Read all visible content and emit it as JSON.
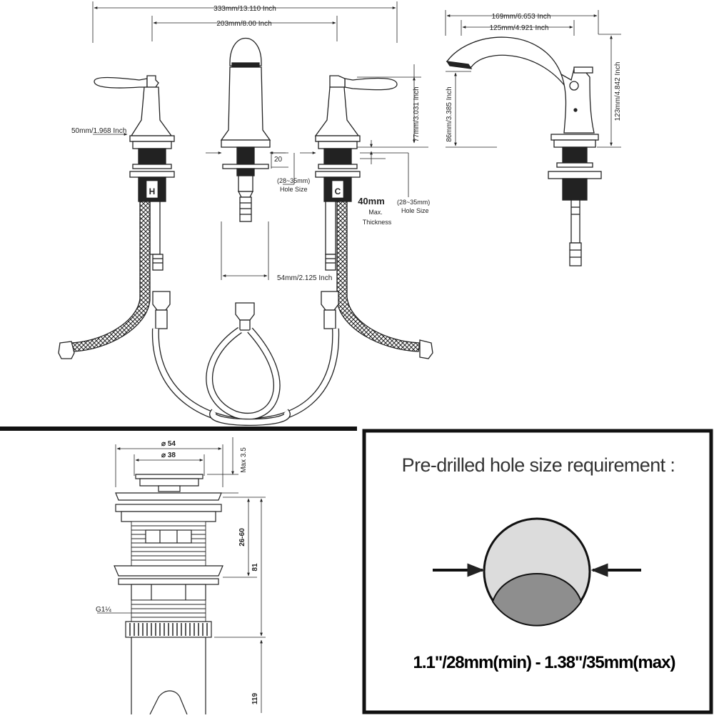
{
  "faucet": {
    "dim_overall": "333mm/13.110 Inch",
    "dim_center": "203mm/8.00 Inch",
    "dim_handle_base": "50mm/1.968 Inch",
    "dim_shank_20": "20",
    "hole_size_left": "(28~35mm)",
    "hole_size_left_caption": "Hole Size",
    "dim_handle_height": "77mm/3.031 Inch",
    "dim_thickness": "40mm",
    "thickness_caption_1": "Max.",
    "thickness_caption_2": "Thickness",
    "hole_size_right": "(28~35mm)",
    "hole_size_right_caption": "Hole Size",
    "dim_shank_length": "54mm/2.125 Inch",
    "hot_mark": "H",
    "cold_mark": "C"
  },
  "side_view": {
    "dim_reach": "169mm/6.653 Inch",
    "dim_spout": "125mm/4.921 Inch",
    "dim_spout_height": "86mm/3.385 Inch",
    "dim_total_height": "123mm/4.842 Inch"
  },
  "drain": {
    "dim_outer": "⌀ 54",
    "dim_inner": "⌀ 38",
    "dim_max": "Max 3.5",
    "dim_range": "26-60",
    "dim_81": "81",
    "dim_thread": "G1¼",
    "dim_119": "119"
  },
  "hole_requirement": {
    "title": "Pre-drilled hole size requirement :",
    "size_text": "1.1\"/28mm(min) - 1.38\"/35mm(max)"
  }
}
